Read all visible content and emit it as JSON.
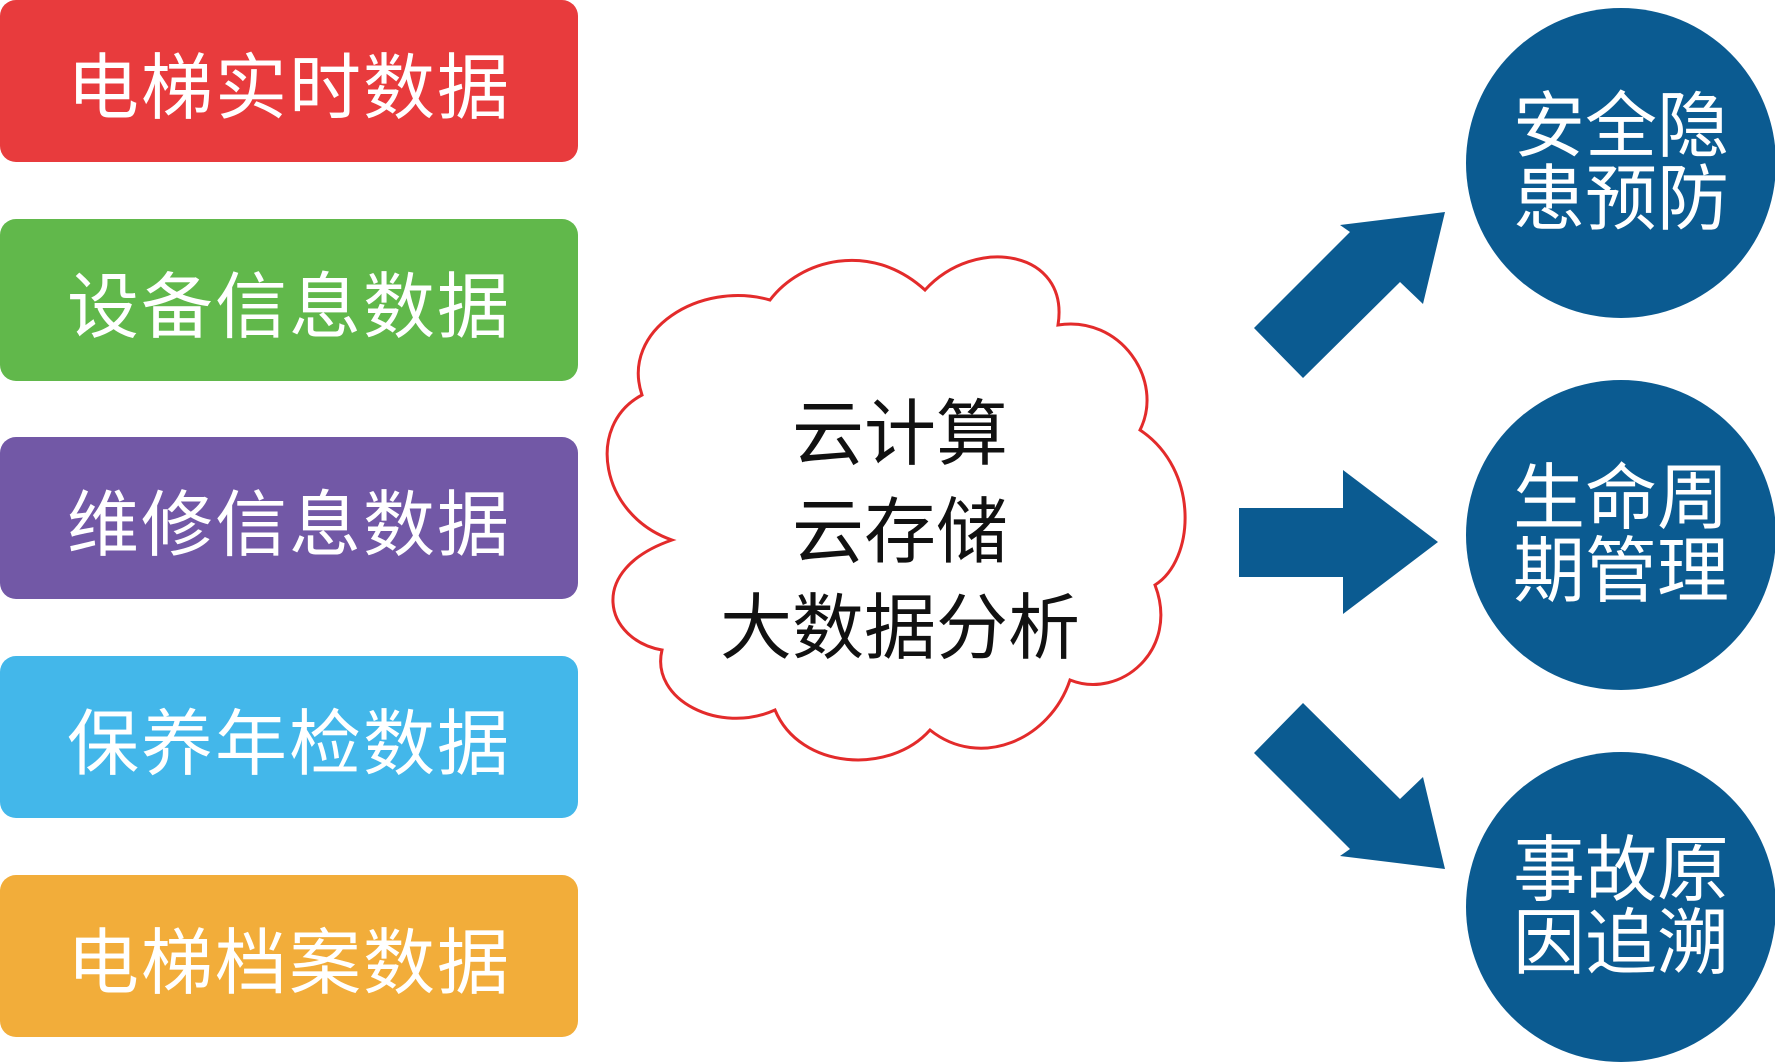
{
  "sources": [
    {
      "label": "电梯实时数据",
      "color": "#e83b3d"
    },
    {
      "label": "设备信息数据",
      "color": "#61b84b"
    },
    {
      "label": "维修信息数据",
      "color": "#7258a6"
    },
    {
      "label": "保养年检数据",
      "color": "#43b7ea"
    },
    {
      "label": "电梯档案数据",
      "color": "#f2ad3a"
    }
  ],
  "cloud": {
    "lines": [
      "云计算",
      "云存储",
      "大数据分析"
    ],
    "stroke_color": "#e32b2b"
  },
  "outcomes": [
    {
      "line1": "安全隐",
      "line2": "患预防"
    },
    {
      "line1": "生命周",
      "line2": "期管理"
    },
    {
      "line1": "事故原",
      "line2": "因追溯"
    }
  ],
  "colors": {
    "outcome_fill": "#0b5b91",
    "arrow_fill": "#0b5b91"
  }
}
